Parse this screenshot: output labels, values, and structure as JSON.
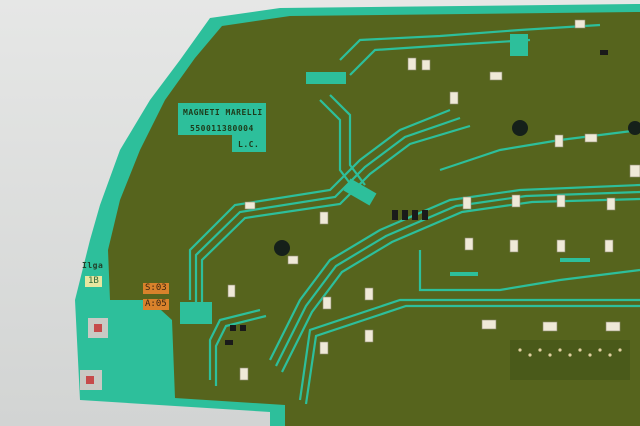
{
  "board": {
    "manufacturer": "MAGNETI MARELLI",
    "part_number": "550011380004",
    "code": "L.C.",
    "vendor_mark": "Ilga",
    "revision": "1B",
    "label_s": "S:03",
    "label_a": "A:05"
  },
  "colors": {
    "substrate": "#55631c",
    "trace": "#2dbf9b",
    "background": "#dcdedd",
    "label": "#d9822b"
  }
}
